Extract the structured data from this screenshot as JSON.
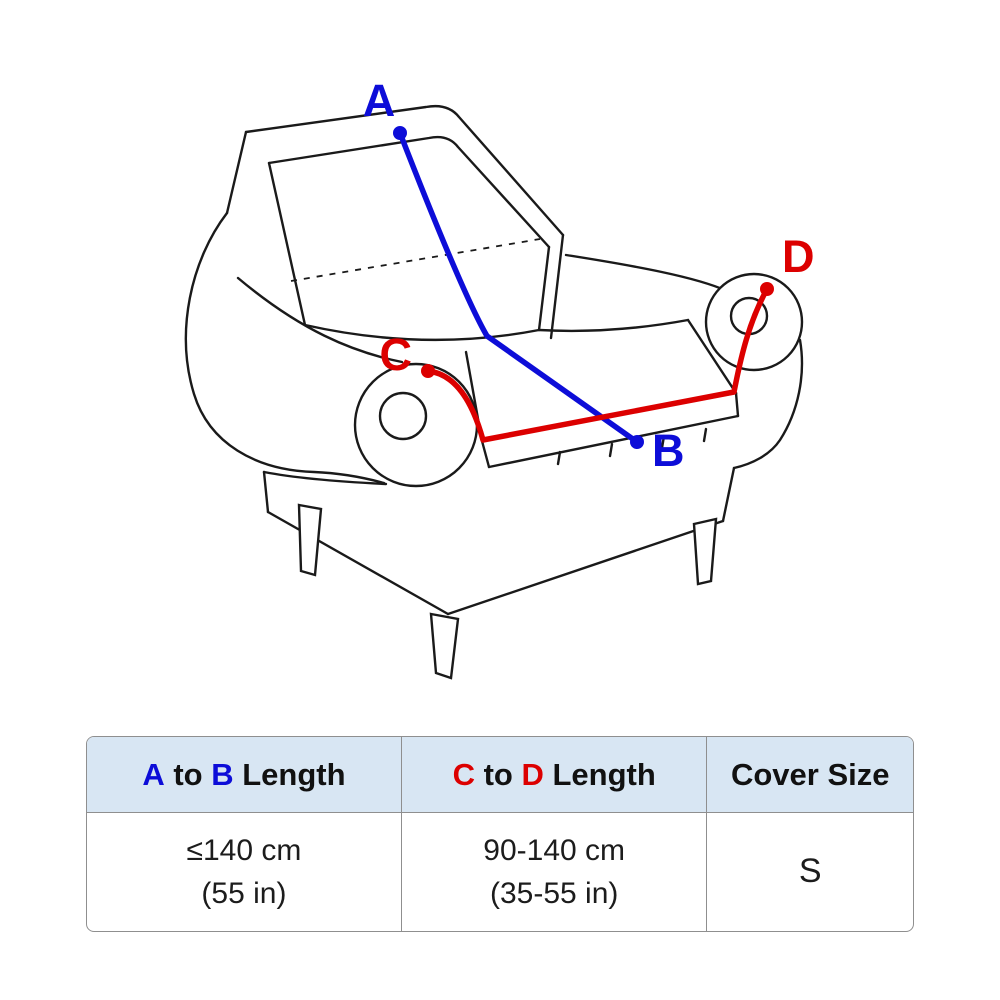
{
  "colors": {
    "blue": "#0d0dd8",
    "red": "#dc0000",
    "line": "#1a1a1a",
    "table_border": "#8f8f8f",
    "table_header_bg": "#d8e6f3"
  },
  "diagram": {
    "label_a": "A",
    "label_b": "B",
    "label_c": "C",
    "label_d": "D"
  },
  "table": {
    "header_ab": {
      "a": "A",
      "to": " to ",
      "b": "B",
      "rest": " Length"
    },
    "header_cd": {
      "c": "C",
      "to": " to ",
      "d": "D",
      "rest": " Length"
    },
    "header_size": "Cover Size",
    "row": {
      "ab_line1": "≤140 cm",
      "ab_line2": "(55 in)",
      "cd_line1": "90-140 cm",
      "cd_line2": "(35-55 in)",
      "size": "S"
    }
  }
}
